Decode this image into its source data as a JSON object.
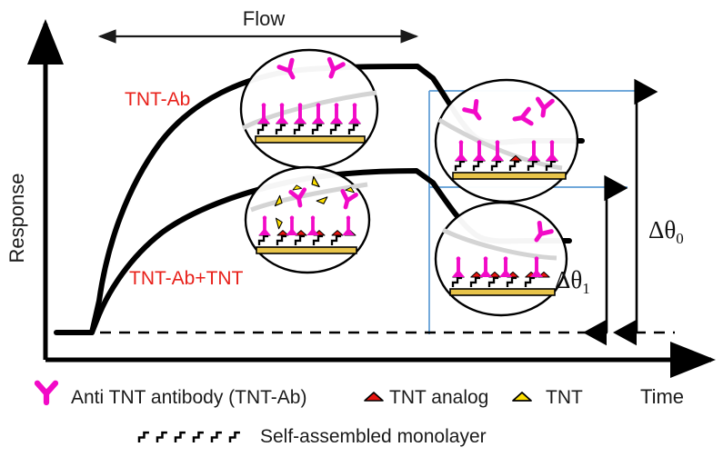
{
  "figure": {
    "type": "schematic-sensorgram",
    "axes": {
      "y_label": "Response",
      "x_label": "Time"
    },
    "flow": {
      "label": "Flow",
      "arrow": "double-headed-horizontal-arrow"
    },
    "curves": [
      {
        "id": "tnt-ab",
        "label": "TNT-Ab",
        "label_color": "#e8201a",
        "description": "Binding curve without TNT competitor; saturates at higher response then dissociates to a higher plateau"
      },
      {
        "id": "tnt-ab-plus-tnt",
        "label": "TNT-Ab+TNT",
        "label_color": "#e8201a",
        "description": "Binding curve with TNT competitor; saturates lower then dissociates to a lower plateau"
      }
    ],
    "measurements": [
      {
        "id": "delta-theta-0",
        "symbol": "Δθ",
        "subscript": "0",
        "meaning": "Response shift without TNT"
      },
      {
        "id": "delta-theta-1",
        "symbol": "Δθ",
        "subscript": "1",
        "meaning": "Response shift with TNT"
      }
    ],
    "guide_lines": {
      "color": "#5b9bd5",
      "baseline_style": "dashed-black"
    }
  },
  "insets": [
    {
      "id": "inset-top-binding",
      "position": "upper-left-circle",
      "contents": [
        "free TNT-Ab in solution",
        "bound TNT-Ab on TNT analog",
        "self-assembled monolayer",
        "gold substrate"
      ]
    },
    {
      "id": "inset-middle-competition",
      "position": "middle-circle",
      "contents": [
        "TNT molecules",
        "TNT-Ab bound to TNT",
        "TNT-Ab bound to TNT analog",
        "self-assembled monolayer",
        "gold substrate"
      ]
    },
    {
      "id": "inset-right-regeneration-high",
      "position": "right-upper-circle",
      "contents": [
        "released TNT-Ab",
        "remaining bound TNT-Ab",
        "self-assembled monolayer",
        "gold substrate"
      ]
    },
    {
      "id": "inset-right-regeneration-low",
      "position": "right-lower-circle",
      "contents": [
        "released TNT-Ab",
        "fewer bound TNT-Ab",
        "self-assembled monolayer",
        "gold substrate"
      ]
    }
  ],
  "legend": {
    "items": [
      {
        "id": "antibody",
        "icon": "y-shaped-antibody-icon",
        "color": "#f20ac7",
        "label": "Anti TNT antibody (TNT-Ab)"
      },
      {
        "id": "tnt-analog",
        "icon": "red-triangle-icon",
        "color": "#e8140f",
        "label": "TNT analog"
      },
      {
        "id": "tnt",
        "icon": "yellow-triangle-icon",
        "color": "#ffe000",
        "label": "TNT"
      },
      {
        "id": "sam",
        "icon": "zigzag-chain-icon",
        "color": "#111111",
        "label": "Self-assembled monolayer"
      }
    ]
  },
  "chart_data": {
    "type": "line",
    "title": "",
    "xlabel": "Time",
    "ylabel": "Response",
    "series": [
      {
        "name": "TNT-Ab",
        "points": [
          [
            60,
            366
          ],
          [
            100,
            366
          ],
          [
            108,
            330
          ],
          [
            120,
            260
          ],
          [
            140,
            190
          ],
          [
            170,
            140
          ],
          [
            210,
            105
          ],
          [
            260,
            88
          ],
          [
            320,
            78
          ],
          [
            400,
            74
          ],
          [
            460,
            74
          ],
          [
            476,
            86
          ],
          [
            500,
            120
          ],
          [
            520,
            145
          ],
          [
            545,
            155
          ],
          [
            640,
            155
          ]
        ]
      },
      {
        "name": "TNT-Ab+TNT",
        "points": [
          [
            60,
            366
          ],
          [
            100,
            366
          ],
          [
            108,
            345
          ],
          [
            122,
            310
          ],
          [
            145,
            268
          ],
          [
            175,
            240
          ],
          [
            220,
            218
          ],
          [
            280,
            200
          ],
          [
            360,
            191
          ],
          [
            440,
            188
          ],
          [
            462,
            192
          ],
          [
            480,
            215
          ],
          [
            500,
            240
          ],
          [
            525,
            258
          ],
          [
            550,
            265
          ],
          [
            625,
            265
          ]
        ]
      }
    ],
    "baseline_y": 366,
    "grid": false,
    "legend_position": "bottom"
  }
}
